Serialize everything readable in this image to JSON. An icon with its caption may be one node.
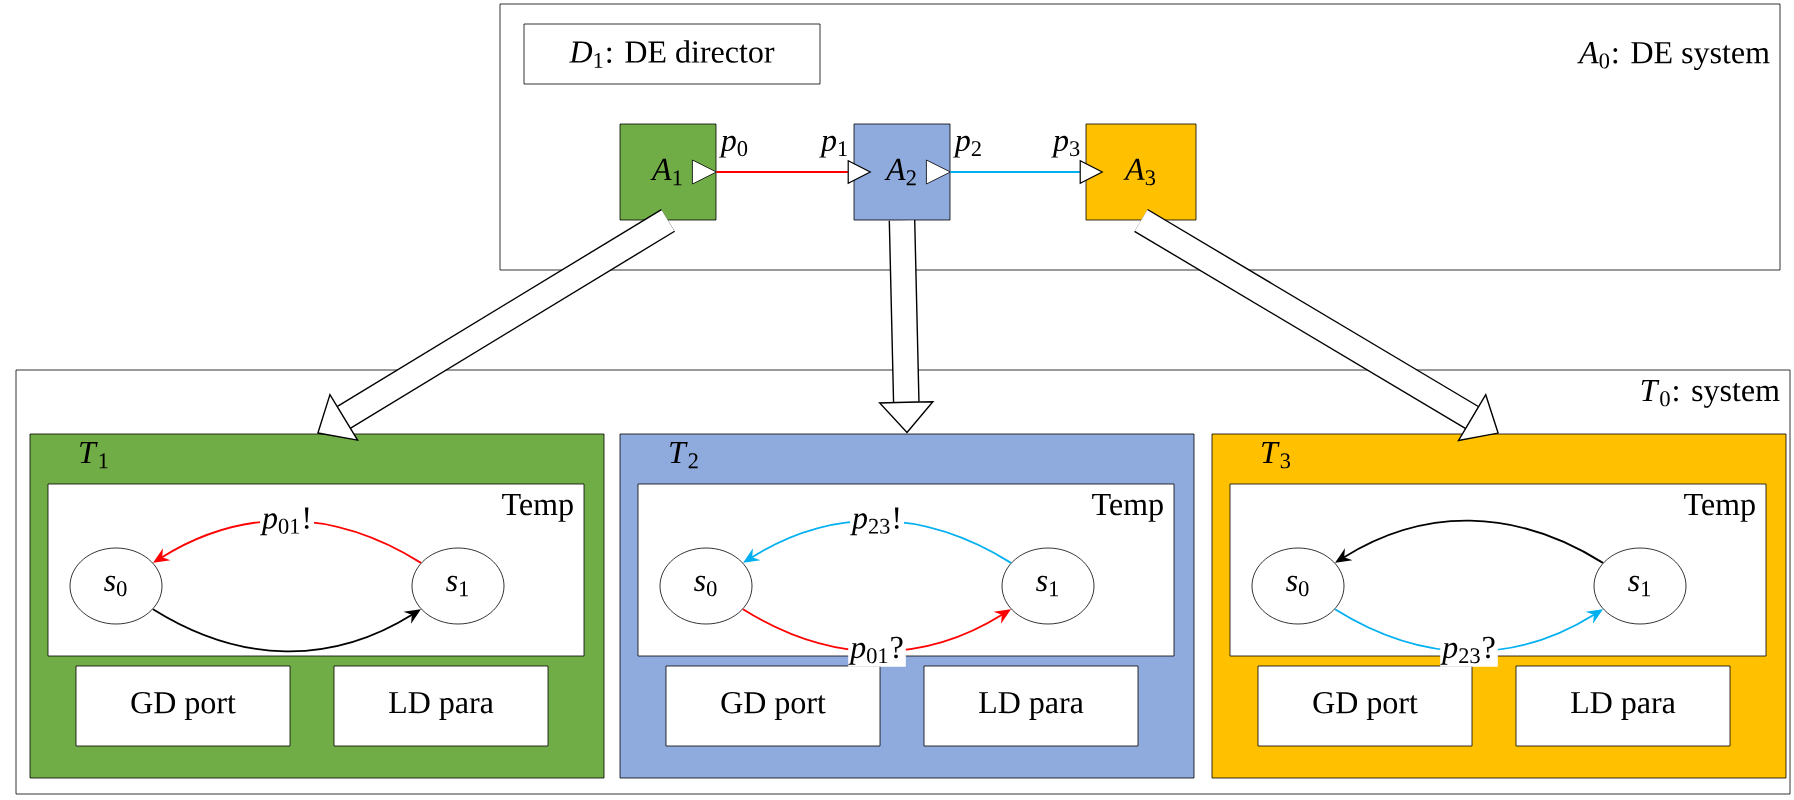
{
  "diagram": {
    "nodes": [
      {
        "text": [
          "*A*$_{0}$: DE system"
        ]
      },
      {
        "text": [
          "*D*$_{1}$: DE director"
        ],
        "in": 0
      },
      {
        "text": [
          "*A*$_{1}$"
        ],
        "in": 0,
        "beside": [
          "*p*$_{0}$"
        ]
      },
      {
        "text": [
          "*A*$_{2}$"
        ],
        "in": 0,
        "beside": [
          "*p*$_{1}$",
          "*p*$_{2}$"
        ]
      },
      {
        "text": [
          "*A*$_{3}$"
        ],
        "in": 0,
        "beside": [
          "*p*$_{3}$"
        ]
      },
      {
        "text": [
          "*T*$_{0}$: system"
        ]
      },
      {
        "text": [
          "*T*$_{1}$"
        ],
        "in": 5
      },
      {
        "text": [
          "Temp"
        ],
        "in": 6
      },
      {
        "text": [
          "*s*$_{0}$"
        ],
        "in": 7
      },
      {
        "text": [
          "*s*$_{1}$"
        ],
        "in": 7
      },
      {
        "text": [
          "GD port"
        ],
        "in": 6
      },
      {
        "text": [
          "LD para"
        ],
        "in": 6
      },
      {
        "text": [
          "*T*$_{2}$"
        ],
        "in": 5
      },
      {
        "text": [
          "Temp"
        ],
        "in": 12
      },
      {
        "text": [
          "*s*$_{0}$"
        ],
        "in": 13
      },
      {
        "text": [
          "*s*$_{1}$"
        ],
        "in": 13
      },
      {
        "text": [
          "GD port"
        ],
        "in": 12
      },
      {
        "text": [
          "LD para"
        ],
        "in": 12
      },
      {
        "text": [
          "*T*$_{3}$"
        ],
        "in": 5
      },
      {
        "text": [
          "Temp"
        ],
        "in": 18
      },
      {
        "text": [
          "*s*$_{0}$"
        ],
        "in": 19
      },
      {
        "text": [
          "*s*$_{1}$"
        ],
        "in": 19
      },
      {
        "text": [
          "GD port"
        ],
        "in": 18
      },
      {
        "text": [
          "LD para"
        ],
        "in": 18
      }
    ],
    "edges": [
      {
        "from": 2,
        "to": 3,
        "arrow": "to",
        "color": "#ff0000"
      },
      {
        "from": 3,
        "to": 4,
        "arrow": "to",
        "color": "#00b0f0"
      },
      {
        "from": 2,
        "to": 6,
        "arrow": "to",
        "style": "thick"
      },
      {
        "from": 3,
        "to": 12,
        "arrow": "to",
        "style": "thick"
      },
      {
        "from": 4,
        "to": 18,
        "arrow": "to",
        "style": "thick"
      },
      {
        "from": 9,
        "to": 8,
        "arrow": "to",
        "color": "#ff0000",
        "label": "*p*$_{01}$!"
      },
      {
        "from": 8,
        "to": 9,
        "arrow": "to"
      },
      {
        "from": 15,
        "to": 14,
        "arrow": "to",
        "color": "#00b0f0",
        "label": "*p*$_{23}$!"
      },
      {
        "from": 14,
        "to": 15,
        "arrow": "to",
        "color": "#ff0000",
        "label": "*p*$_{01}$?"
      },
      {
        "from": 21,
        "to": 20,
        "arrow": "to"
      },
      {
        "from": 20,
        "to": 21,
        "arrow": "to",
        "color": "#00b0f0",
        "label": "*p*$_{23}$?"
      }
    ]
  }
}
